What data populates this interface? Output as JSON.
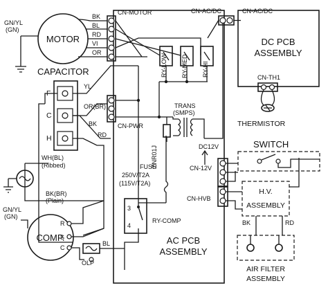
{
  "labels": {
    "motor": "MOTOR",
    "capacitor": "CAPACITOR",
    "comp": "COMP.",
    "olp": "OLP",
    "thermistor": "THERMISTOR",
    "switch": "SWITCH",
    "dc_pcb_line1": "DC PCB",
    "dc_pcb_line2": "ASSEMBLY",
    "ac_pcb_line1": "AC PCB",
    "ac_pcb_line2": "ASSEMBLY",
    "hv_line1": "H.V.",
    "hv_line2": "ASSEMBLY",
    "air_filter_line1": "AIR FILTER",
    "air_filter_line2": "ASSEMBLY",
    "cn_motor": "CN-MOTOR",
    "cn_acdc_left": "CN-AC/DC",
    "cn_acdc_right": "CN-AC/DC",
    "cn_th1": "CN-TH1",
    "cn_pwr": "CN-PWR",
    "cn_12v": "CN-12V",
    "cn_hvb": "CN-HVB",
    "ry_comp": "RY-COMP",
    "ry_low": "RY-LOW",
    "ry_med": "RY-MED",
    "ry_hi": "RY-HI",
    "trans_line1": "TRANS",
    "trans_line2": "(SMPS)",
    "fuse_line1": "FUSE",
    "fuse_line2": "250V/T2A",
    "fuse_line3": "(115V/T2A)",
    "znr": "ZNR01J",
    "dc12v": "DC12V",
    "gnyl_top_1": "GN/YL",
    "gnyl_top_2": "(GN)",
    "gnyl_bot_1": "GN/YL",
    "gnyl_bot_2": "(GN)",
    "wh_bl_1": "WH(BL)",
    "wh_bl_2": "(Ribbed)",
    "bk_br_1": "BK(BR)",
    "bk_br_2": "(Plain)",
    "motor_wires": [
      "BK",
      "BL",
      "RD",
      "VI",
      "OR"
    ],
    "cap_f": "F",
    "cap_c": "C",
    "cap_h": "H",
    "yl": "YL",
    "or_br": "OR(BR)",
    "bk": "BK",
    "rd": "RD",
    "comp_r": "R",
    "comp_s": "S",
    "comp_c": "C",
    "bl": "BL",
    "ry_comp_pin3": "3",
    "ry_comp_pin4": "4",
    "hv_bk": "BK",
    "hv_rd": "RD"
  }
}
